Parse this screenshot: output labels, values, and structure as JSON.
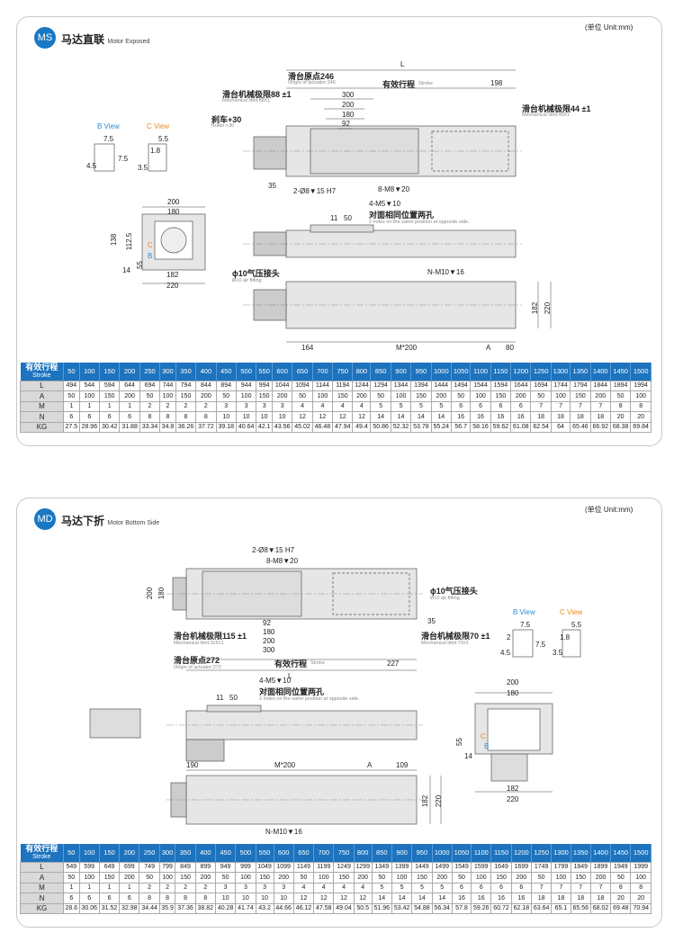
{
  "ms": {
    "badge": "MS",
    "title_cn": "马达直联",
    "title_en": "Motor Exposed",
    "unit": "(单位 Unit:mm)",
    "labels": {
      "L": "L",
      "origin_cn": "滑台原点246",
      "origin_en": "Origin of actuator:246",
      "stroke_cn": "有效行程",
      "stroke_en": "Stroke",
      "d198": "198",
      "mech_left_cn": "滑台机械极限88 ±1",
      "mech_left_en": "Mechanical limit:88±1",
      "d300": "300",
      "d200": "200",
      "d180": "180",
      "d92": "92",
      "brake_cn": "刹车+30",
      "brake_en": "Brake:+30",
      "mech_right_cn": "滑台机械极限44 ±1",
      "mech_right_en": "Mechanical limit:40±1",
      "d35": "35",
      "pin": "2-Ø8▼15 H7",
      "m8": "8-M8▼20",
      "m5": "4-M5▼10",
      "holes_cn": "对面相同位置两孔",
      "holes_en": "2 holes on the same position at opposite side.",
      "d11": "11",
      "d50": "50",
      "bview": "B View",
      "cview": "C View",
      "b75": "7.5",
      "b45": "4.5",
      "c55": "5.5",
      "c18": "1.8",
      "c75": "7.5",
      "c35": "3.5",
      "e200": "200",
      "e180": "180",
      "e138": "138",
      "e1125": "112.5",
      "e55": "55",
      "e14": "14",
      "e182": "182",
      "e220": "220",
      "eC": "C",
      "eB": "B",
      "air_cn": "ϕ10气压接头",
      "air_en": "Ø10 air fitting",
      "nm10": "N-M10▼16",
      "v182": "182",
      "v220": "220",
      "d164": "164",
      "m200": "M*200",
      "dA": "A",
      "d80": "80"
    }
  },
  "md": {
    "badge": "MD",
    "title_cn": "马达下折",
    "title_en": "Motor Bottom Side",
    "unit": "(单位 Unit:mm)",
    "labels": {
      "pin": "2-Ø8▼15 H7",
      "m8": "8-M8▼20",
      "l200": "200",
      "l180": "180",
      "air_cn": "ϕ10气压接头",
      "air_en": "Ø10 air fitting",
      "d35": "35",
      "mech_left_cn": "滑台机械极限115 ±1",
      "mech_left_en": "Mechanical limit:115±1",
      "d92": "92",
      "d180": "180",
      "d200": "200",
      "d300": "300",
      "mech_right_cn": "滑台机械极限70 ±1",
      "mech_right_en": "Mechanical limit:70±1",
      "origin_cn": "滑台原点272",
      "origin_en": "Origin of actuator:272",
      "stroke_cn": "有效行程",
      "stroke_en": "Stroke",
      "d227": "227",
      "L": "L",
      "bview": "B View",
      "cview": "C View",
      "b75": "7.5",
      "b2": "2",
      "b75b": "7.5",
      "b45": "4.5",
      "c55": "5.5",
      "c18": "1.8",
      "c35": "3.5",
      "m5": "4-M5▼10",
      "holes_cn": "对面相同位置两孔",
      "holes_en": "2 holes on the same position at opposite side.",
      "d11": "11",
      "d50": "50",
      "e200": "200",
      "e180": "180",
      "e55": "55",
      "e14": "14",
      "e182": "182",
      "e220": "220",
      "eC": "C",
      "eB": "B",
      "d190": "190",
      "m200": "M*200",
      "dA": "A",
      "d109": "109",
      "v182": "182",
      "v220": "220",
      "nm10": "N-M10▼16"
    }
  },
  "tables": {
    "stroke_cn": "有效行程",
    "stroke_en": "Stroke",
    "strokes": [
      "50",
      "100",
      "150",
      "200",
      "250",
      "300",
      "350",
      "400",
      "450",
      "500",
      "550",
      "600",
      "650",
      "700",
      "750",
      "800",
      "850",
      "900",
      "950",
      "1000",
      "1050",
      "1100",
      "1150",
      "1200",
      "1250",
      "1300",
      "1350",
      "1400",
      "1450",
      "1500"
    ],
    "ms": [
      {
        "name": "L",
        "values": [
          "494",
          "544",
          "594",
          "644",
          "694",
          "744",
          "794",
          "844",
          "894",
          "944",
          "994",
          "1044",
          "1094",
          "1144",
          "1194",
          "1244",
          "1294",
          "1344",
          "1394",
          "1444",
          "1494",
          "1544",
          "1594",
          "1644",
          "1694",
          "1744",
          "1794",
          "1844",
          "1894",
          "1994"
        ]
      },
      {
        "name": "A",
        "values": [
          "50",
          "100",
          "150",
          "200",
          "50",
          "100",
          "150",
          "200",
          "50",
          "100",
          "150",
          "200",
          "50",
          "100",
          "150",
          "200",
          "50",
          "100",
          "150",
          "200",
          "50",
          "100",
          "150",
          "200",
          "50",
          "100",
          "150",
          "200",
          "50",
          "100"
        ]
      },
      {
        "name": "M",
        "values": [
          "1",
          "1",
          "1",
          "1",
          "2",
          "2",
          "2",
          "2",
          "3",
          "3",
          "3",
          "3",
          "4",
          "4",
          "4",
          "4",
          "5",
          "5",
          "5",
          "5",
          "6",
          "6",
          "6",
          "6",
          "7",
          "7",
          "7",
          "7",
          "8",
          "8"
        ]
      },
      {
        "name": "N",
        "values": [
          "6",
          "6",
          "6",
          "6",
          "8",
          "8",
          "8",
          "8",
          "10",
          "10",
          "10",
          "10",
          "12",
          "12",
          "12",
          "12",
          "14",
          "14",
          "14",
          "14",
          "16",
          "16",
          "16",
          "16",
          "18",
          "18",
          "18",
          "18",
          "20",
          "20"
        ]
      },
      {
        "name": "KG",
        "values": [
          "27.5",
          "28.96",
          "30.42",
          "31.88",
          "33.34",
          "34.8",
          "36.26",
          "37.72",
          "39.18",
          "40.64",
          "42.1",
          "43.56",
          "45.02",
          "46.48",
          "47.94",
          "49.4",
          "50.86",
          "52.32",
          "53.78",
          "55.24",
          "56.7",
          "58.16",
          "59.62",
          "61.08",
          "62.54",
          "64",
          "65.46",
          "66.92",
          "68.38",
          "69.84"
        ]
      }
    ],
    "md": [
      {
        "name": "L",
        "values": [
          "549",
          "599",
          "649",
          "699",
          "749",
          "799",
          "849",
          "899",
          "949",
          "999",
          "1049",
          "1099",
          "1149",
          "1199",
          "1249",
          "1299",
          "1349",
          "1399",
          "1449",
          "1499",
          "1549",
          "1599",
          "1649",
          "1699",
          "1749",
          "1799",
          "1849",
          "1899",
          "1949",
          "1999"
        ]
      },
      {
        "name": "A",
        "values": [
          "50",
          "100",
          "150",
          "200",
          "50",
          "100",
          "150",
          "200",
          "50",
          "100",
          "150",
          "200",
          "50",
          "100",
          "150",
          "200",
          "50",
          "100",
          "150",
          "200",
          "50",
          "100",
          "150",
          "200",
          "50",
          "100",
          "150",
          "200",
          "50",
          "100"
        ]
      },
      {
        "name": "M",
        "values": [
          "1",
          "1",
          "1",
          "1",
          "2",
          "2",
          "2",
          "2",
          "3",
          "3",
          "3",
          "3",
          "4",
          "4",
          "4",
          "4",
          "5",
          "5",
          "5",
          "5",
          "6",
          "6",
          "6",
          "6",
          "7",
          "7",
          "7",
          "7",
          "8",
          "8"
        ]
      },
      {
        "name": "N",
        "values": [
          "6",
          "6",
          "6",
          "6",
          "8",
          "8",
          "8",
          "8",
          "10",
          "10",
          "10",
          "10",
          "12",
          "12",
          "12",
          "12",
          "14",
          "14",
          "14",
          "14",
          "16",
          "16",
          "16",
          "16",
          "18",
          "18",
          "18",
          "18",
          "20",
          "20"
        ]
      },
      {
        "name": "KG",
        "values": [
          "28.6",
          "30.06",
          "31.52",
          "32.98",
          "34.44",
          "35.9",
          "37.36",
          "38.82",
          "40.28",
          "41.74",
          "43.2",
          "44.66",
          "46.12",
          "47.58",
          "49.04",
          "50.5",
          "51.96",
          "53.42",
          "54.88",
          "56.34",
          "57.8",
          "59.26",
          "60.72",
          "62.18",
          "63.64",
          "65.1",
          "65.56",
          "68.02",
          "69.48",
          "70.94"
        ]
      }
    ]
  },
  "colors": {
    "header": "#1d73bd",
    "badge": "#1a78c2",
    "body": "#e6e6e6",
    "b_view": "#2a8fd6",
    "c_view": "#e6891a"
  }
}
